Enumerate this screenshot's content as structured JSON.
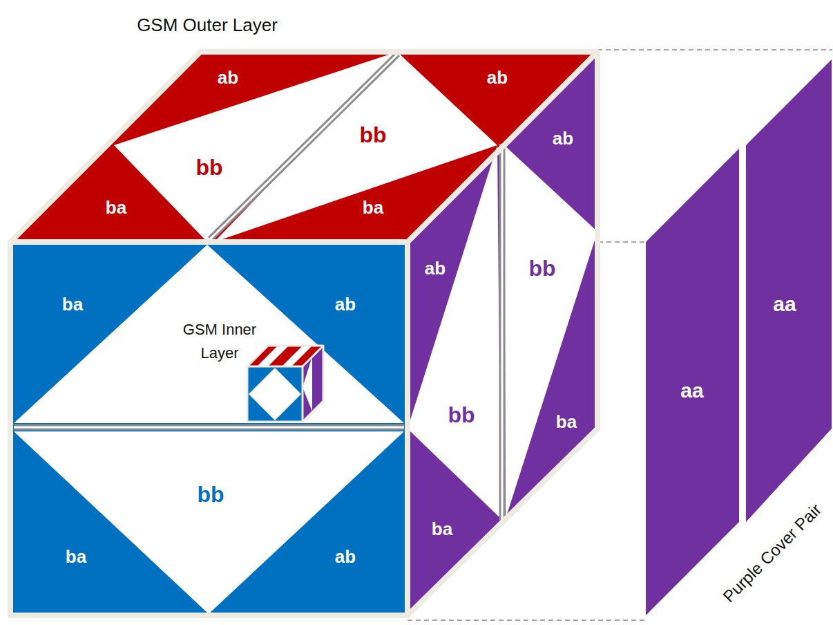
{
  "diagram": {
    "title": "GSM Outer Layer",
    "labels": [
      "ab",
      "ab",
      "ab",
      "bb",
      "bb",
      "ba",
      "ba",
      "ab",
      "bb",
      "ba",
      "ab",
      "aa",
      "GSM Inner Layer",
      "aa",
      "bb",
      "ba",
      "bb",
      "ba",
      "ba",
      "ab",
      "Purple Cover Pair"
    ]
  }
}
